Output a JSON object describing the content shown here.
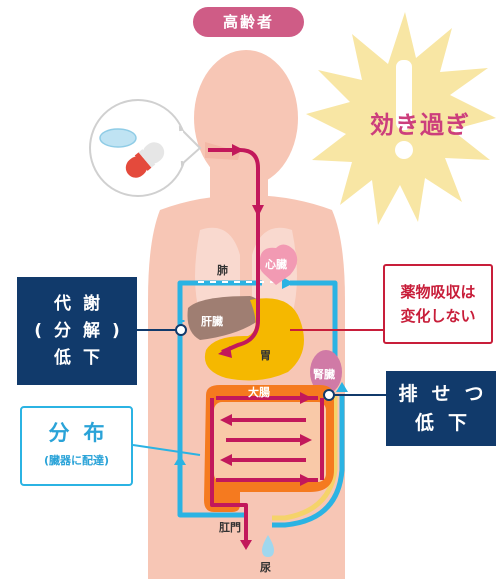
{
  "badge": {
    "label": "高齢者"
  },
  "overdose": {
    "label": "効き過ぎ"
  },
  "organs": {
    "lungs": "肺",
    "heart": "心臓",
    "liver": "肝臓",
    "stomach": "胃",
    "kidney": "腎臓",
    "large_intestine": "大腸",
    "anus": "肛門",
    "urine": "尿"
  },
  "callouts": {
    "metabolism": {
      "lines": [
        "代謝",
        "(分解)",
        "低下"
      ]
    },
    "absorption": {
      "lines": [
        "薬物吸収は",
        "変化しない"
      ]
    },
    "excretion": {
      "lines": [
        "排せつ",
        "低下"
      ]
    },
    "distribution": {
      "title": "分布",
      "note": "(臓器に配達)"
    }
  },
  "colors": {
    "badge": "#cf5c86",
    "navy": "#113a6b",
    "red_path": "#c2185b",
    "blue_path": "#2bb3e3",
    "body": "#f7c6b5",
    "starburst": "#f8e6a4"
  }
}
